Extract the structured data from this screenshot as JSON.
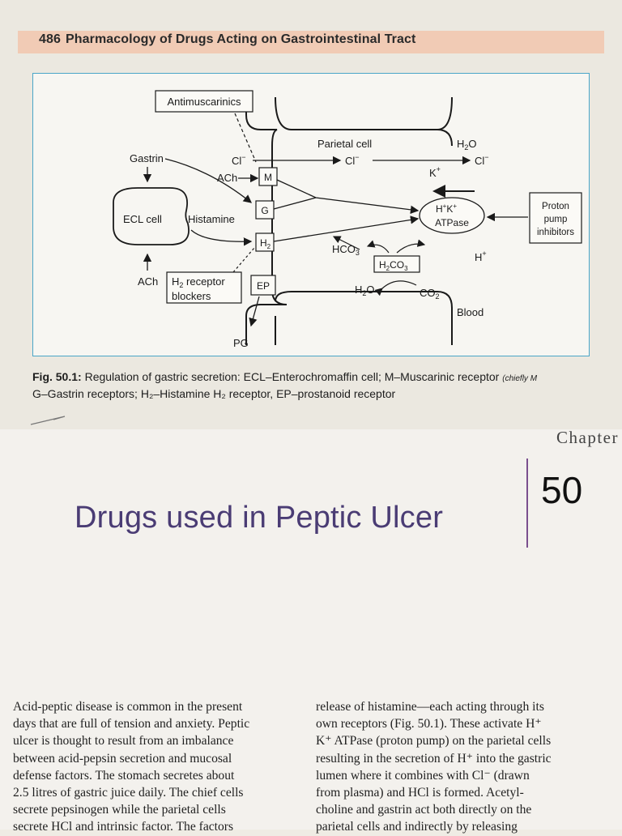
{
  "header": {
    "page_number": "486",
    "running_title": "Pharmacology of Drugs Acting on Gastrointestinal Tract"
  },
  "figure": {
    "labels": {
      "antimuscarinics": "Antimuscarinics",
      "gastrin": "Gastrin",
      "cl_minus": "Cl",
      "ach_m": "ACh",
      "m": "M",
      "g": "G",
      "h2": "H",
      "ep": "EP",
      "ecl_cell": "ECL cell",
      "histamine": "Histamine",
      "ach_bottom": "ACh",
      "h2_blocker_line1": "H",
      "h2_blocker_line1b": " receptor",
      "h2_blocker_line2": "blockers",
      "pg": "PG",
      "parietal_cell": "Parietal cell",
      "cl_in_cell": "Cl",
      "h2o_top": "H",
      "cl_out": "Cl",
      "k_plus": "K",
      "hk_top": "H",
      "hk_k": "K",
      "atpase": "ATPase",
      "proton_line1": "Proton",
      "proton_line2": "pump",
      "proton_line3": "inhibitors",
      "hco3": "HCO",
      "h2co3": "H",
      "h2o_bottom": "H",
      "co2": "CO",
      "h_plus": "H",
      "blood": "Blood"
    },
    "caption_label": "Fig. 50.1:",
    "caption_line1": " Regulation of gastric secretion: ECL–Enterochromaffin cell; M–Muscarinic receptor",
    "caption_tail": "(chiefly M",
    "caption_line2": "G–Gastrin receptors; H₂–Histamine H₂ receptor, EP–prostanoid receptor"
  },
  "chapter": {
    "word": "Chapter",
    "number": "50",
    "title": "Drugs used in Peptic Ulcer"
  },
  "body": {
    "left_lines": [
      "Acid-peptic disease is common in the present",
      "days that are full of tension and anxiety. Peptic",
      "ulcer is thought to result from an imbalance",
      "between acid-pepsin secretion and mucosal",
      "defense factors. The stomach secretes about",
      "2.5 litres of gastric juice daily. The chief cells",
      "secrete pepsinogen while the parietal cells",
      "secrete HCl and intrinsic factor. The factors"
    ],
    "right_lines": [
      "release of histamine—each acting through its",
      "own receptors (Fig. 50.1). These activate H⁺",
      "K⁺ ATPase (proton pump) on the parietal cells",
      "resulting in the secretion of H⁺ into the gastric",
      "lumen where it combines with Cl⁻ (drawn",
      "from plasma) and HCl is formed. Acetyl-",
      "choline and gastrin act both directly on the",
      "parietal cells and indirectly by releasing"
    ]
  }
}
